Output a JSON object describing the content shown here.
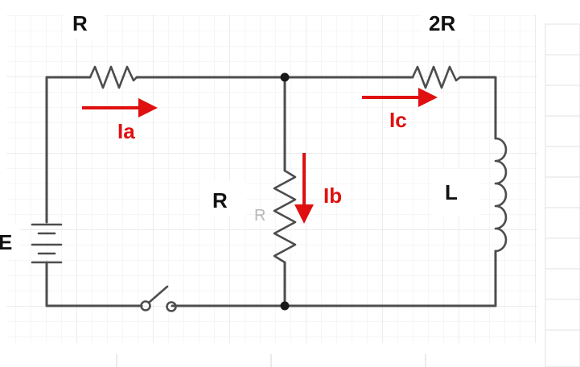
{
  "labels": {
    "r_top": "R",
    "two_r": "2R",
    "r_mid": "R",
    "r_faint": "R",
    "inductor": "L",
    "source": "E"
  },
  "currents": {
    "ia": "Ia",
    "ib": "Ib",
    "ic": "Ic"
  },
  "colors": {
    "wire": "#4d4d4d",
    "current": "#e01010",
    "text": "#111111",
    "grid": "#e4e4e4"
  }
}
